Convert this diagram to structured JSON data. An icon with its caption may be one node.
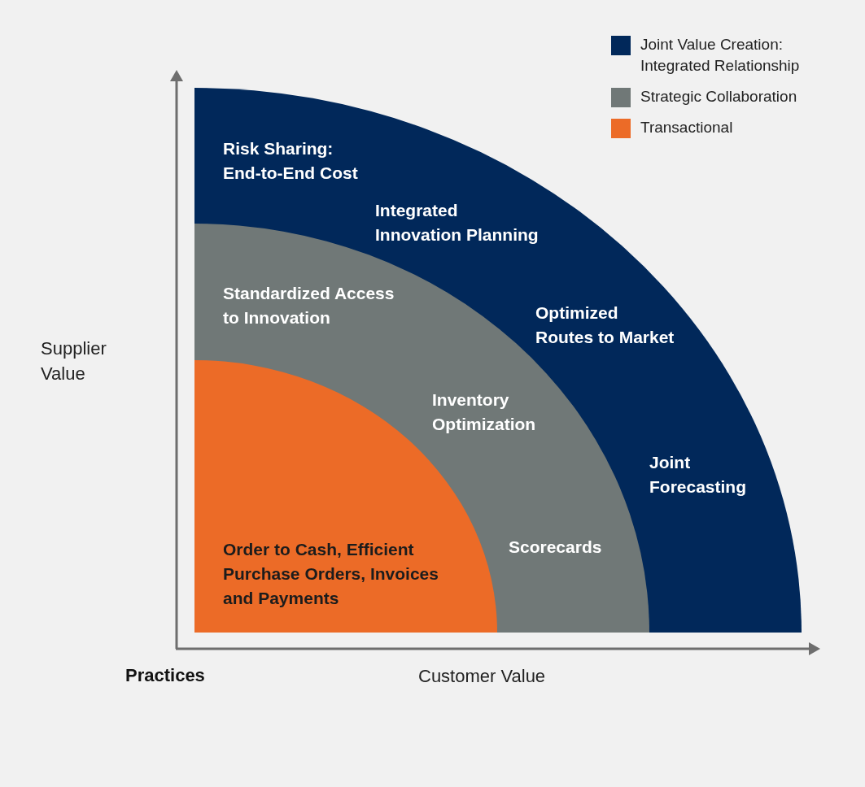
{
  "diagram": {
    "nodes": [
      {
        "text": [
          "Risk Sharing: End-to-End Cost",
          "Integrated Innovation Planning",
          "Optimized Routes to Market",
          "Joint Forecasting"
        ]
      },
      {
        "text": [
          "Standardized Access to Innovation",
          "Inventory Optimization",
          "Scorecards"
        ],
        "in": 0
      },
      {
        "text": [
          "Order to Cash, Efficient Purchase Orders, Invoices and Payments"
        ],
        "in": 1
      }
    ],
    "edges": [],
    "labels": [
      "Supplier Value",
      "Practices",
      "Customer Value"
    ],
    "legend": [
      {
        "text": "Joint Value Creation: Integrated Relationship",
        "color": "#01285a"
      },
      {
        "text": "Strategic Collaboration",
        "color": "#707877"
      },
      {
        "text": "Transactional",
        "color": "#ec6b27"
      }
    ]
  }
}
